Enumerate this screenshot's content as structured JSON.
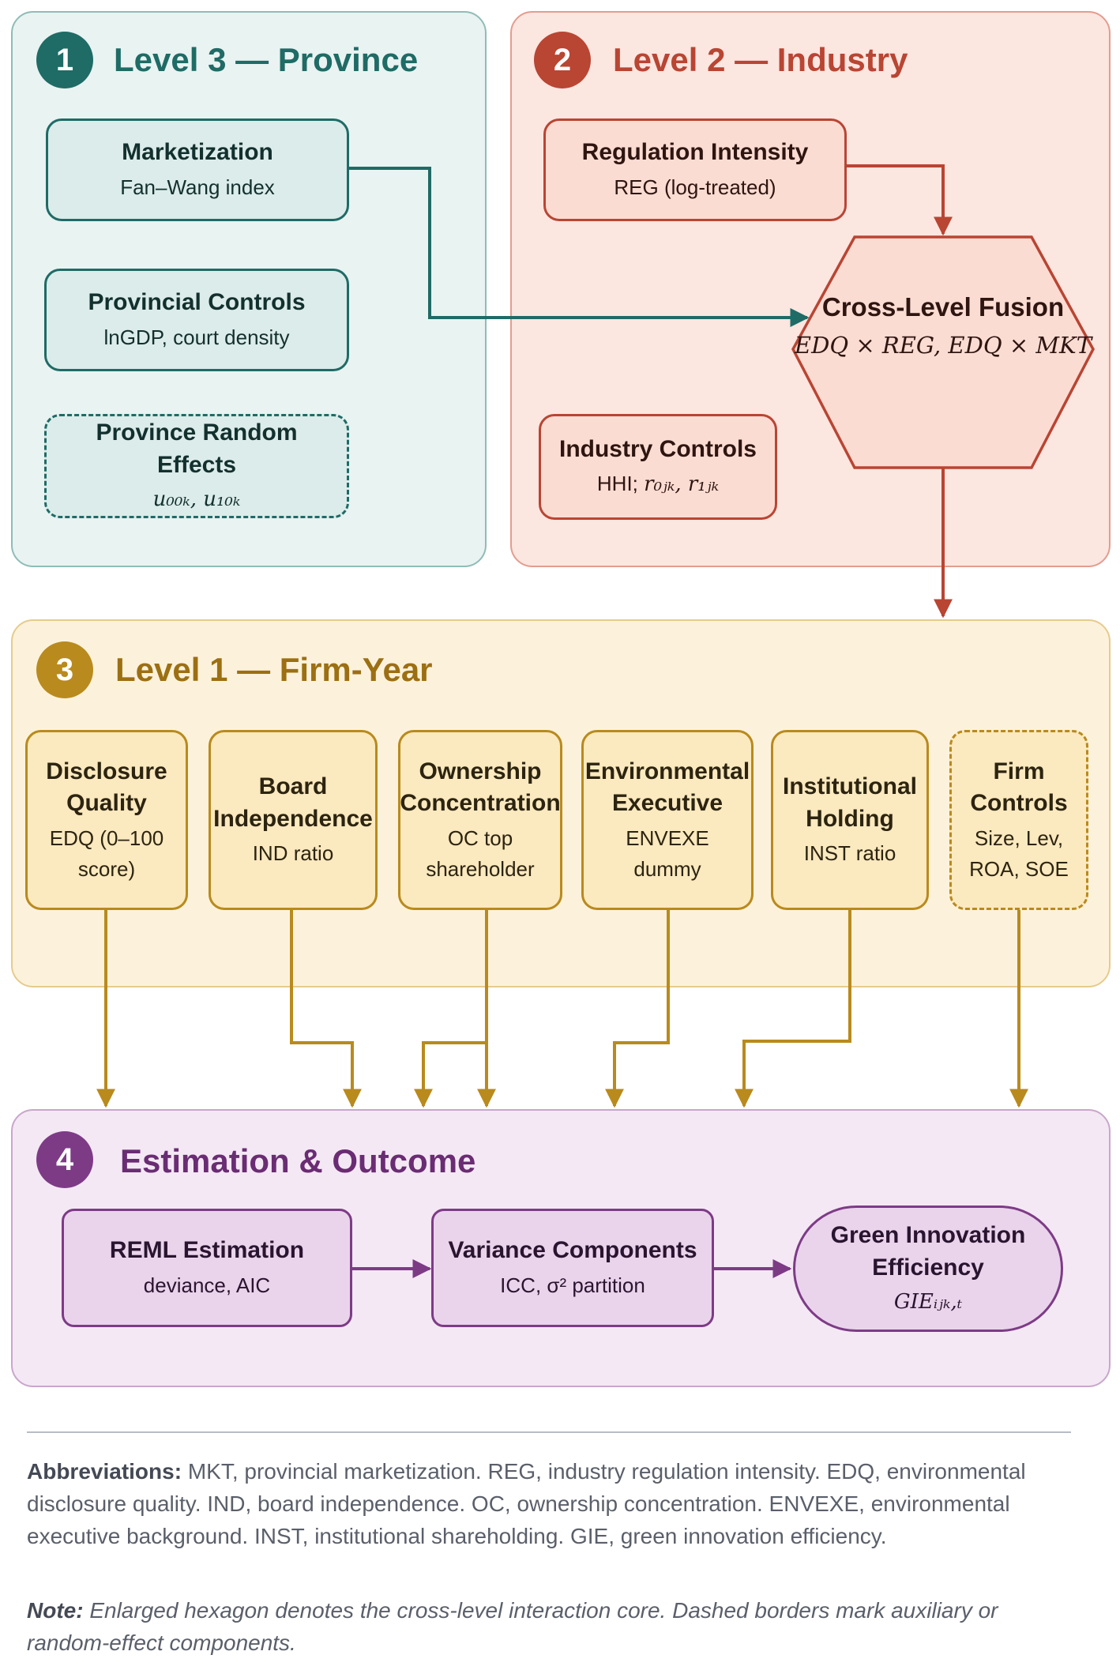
{
  "colors": {
    "teal": "#1f6b66",
    "red": "#b94533",
    "gold": "#b98a1d",
    "purple": "#7d3b86"
  },
  "level3": {
    "badge": "1",
    "title": "Level 3 — Province",
    "marketization": {
      "title": "Marketization",
      "sub": "Fan–Wang index"
    },
    "controls": {
      "title": "Provincial Controls",
      "sub": "lnGDP, court density"
    },
    "random": {
      "title": "Province Random Effects",
      "sub": "u₀₀ₖ, u₁₀ₖ"
    }
  },
  "level2": {
    "badge": "2",
    "title": "Level 2 — Industry",
    "regulation": {
      "title": "Regulation Intensity",
      "sub": "REG (log-treated)"
    },
    "controls": {
      "title": "Industry Controls",
      "sub_plain": "HHI; ",
      "sub_math": "r₀ⱼₖ, r₁ⱼₖ"
    },
    "fusion": {
      "title": "Cross-Level Fusion",
      "sub": "EDQ × REG, EDQ × MKT"
    }
  },
  "level1": {
    "badge": "3",
    "title": "Level 1 — Firm-Year",
    "boxes": [
      {
        "title": "Disclosure Quality",
        "sub": "EDQ (0–100 score)"
      },
      {
        "title": "Board Independence",
        "sub": "IND ratio"
      },
      {
        "title": "Ownership Concentration",
        "sub": "OC top shareholder"
      },
      {
        "title": "Environmental Executive",
        "sub": "ENVEXE dummy"
      },
      {
        "title": "Institutional Holding",
        "sub": "INST ratio"
      },
      {
        "title": "Firm Controls",
        "sub": "Size, Lev, ROA, SOE"
      }
    ]
  },
  "outcome": {
    "badge": "4",
    "title": "Estimation & Outcome",
    "reml": {
      "title": "REML Estimation",
      "sub": "deviance, AIC"
    },
    "variance": {
      "title": "Variance Components",
      "sub": "ICC, σ² partition"
    },
    "gie": {
      "title": "Green Innovation Efficiency",
      "sub": "GIEᵢⱼₖ,ₜ"
    }
  },
  "footer": {
    "abbr_label": "Abbreviations:",
    "abbr_text": "MKT, provincial marketization. REG, industry regulation intensity. EDQ, environmental disclosure quality. IND, board independence. OC, ownership concentration. ENVEXE, environmental executive background. INST, institutional shareholding. GIE, green innovation efficiency.",
    "note_label": "Note:",
    "note_text": "Enlarged hexagon denotes the cross-level interaction core. Dashed borders mark auxiliary or random-effect components."
  }
}
